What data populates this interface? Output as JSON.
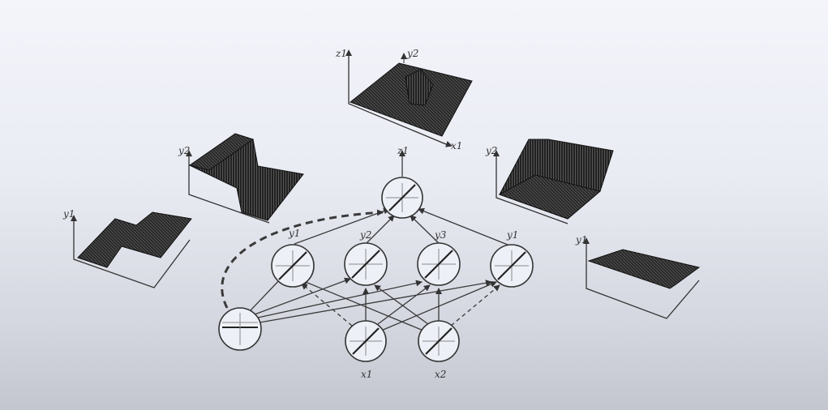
{
  "diagram": {
    "top_surface": {
      "axis_labels": [
        "z1",
        "y2",
        "x1"
      ]
    },
    "left_upper_surface": {
      "axis_label": "y2"
    },
    "left_lower_surface": {
      "axis_label": "y1"
    },
    "right_upper_surface": {
      "axis_label": "y2"
    },
    "right_lower_surface": {
      "axis_label": "y1"
    },
    "network": {
      "output_node": {
        "label": "z1"
      },
      "hidden_nodes": [
        {
          "label": "y1"
        },
        {
          "label": "y2"
        },
        {
          "label": "y3"
        },
        {
          "label": "y1"
        }
      ],
      "input_nodes": [
        {
          "label": "x1"
        },
        {
          "label": "x2"
        }
      ],
      "bias_node": {
        "label": ""
      }
    }
  }
}
